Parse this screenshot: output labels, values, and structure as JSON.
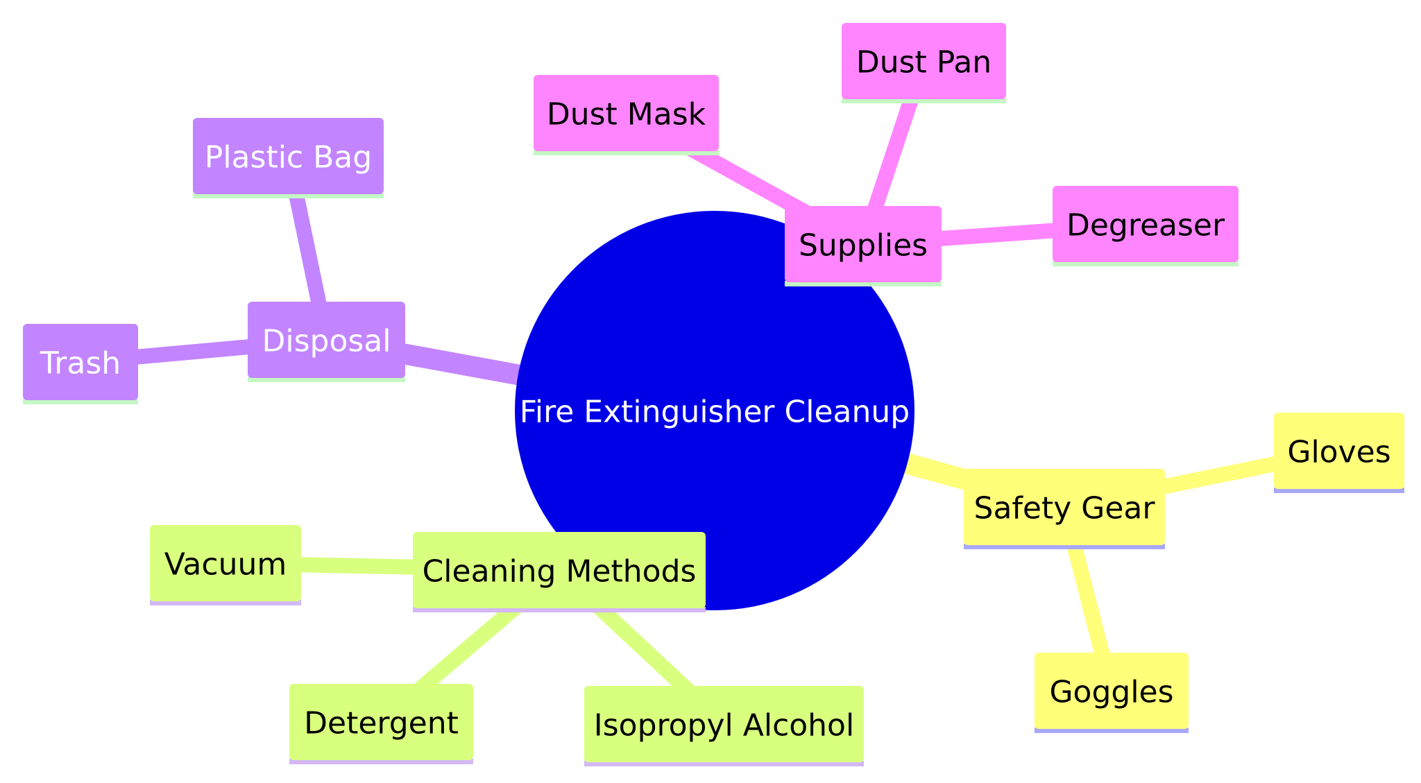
{
  "root": {
    "label": "Fire Extinguisher Cleanup",
    "color": "#0000e6",
    "text_color": "#ffffff"
  },
  "branches": [
    {
      "id": "supplies",
      "label": "Supplies",
      "color": "#ff85ff",
      "text_color": "#000000",
      "underline": "#c4f7c4",
      "children": [
        {
          "id": "dust-mask",
          "label": "Dust Mask"
        },
        {
          "id": "dust-pan",
          "label": "Dust Pan"
        },
        {
          "id": "degreaser",
          "label": "Degreaser"
        }
      ]
    },
    {
      "id": "disposal",
      "label": "Disposal",
      "color": "#c285ff",
      "text_color": "#ffffff",
      "underline": "#c4f7c4",
      "children": [
        {
          "id": "plastic-bag",
          "label": "Plastic Bag"
        },
        {
          "id": "trash",
          "label": "Trash"
        }
      ]
    },
    {
      "id": "safety-gear",
      "label": "Safety Gear",
      "color": "#ffff7a",
      "text_color": "#000000",
      "underline": "#a8a8f5",
      "children": [
        {
          "id": "gloves",
          "label": "Gloves"
        },
        {
          "id": "goggles",
          "label": "Goggles"
        }
      ]
    },
    {
      "id": "cleaning-methods",
      "label": "Cleaning Methods",
      "color": "#d9ff7f",
      "text_color": "#000000",
      "underline": "#d3b8f5",
      "children": [
        {
          "id": "vacuum",
          "label": "Vacuum"
        },
        {
          "id": "detergent",
          "label": "Detergent"
        },
        {
          "id": "isopropyl-alcohol",
          "label": "Isopropyl Alcohol"
        }
      ]
    }
  ]
}
